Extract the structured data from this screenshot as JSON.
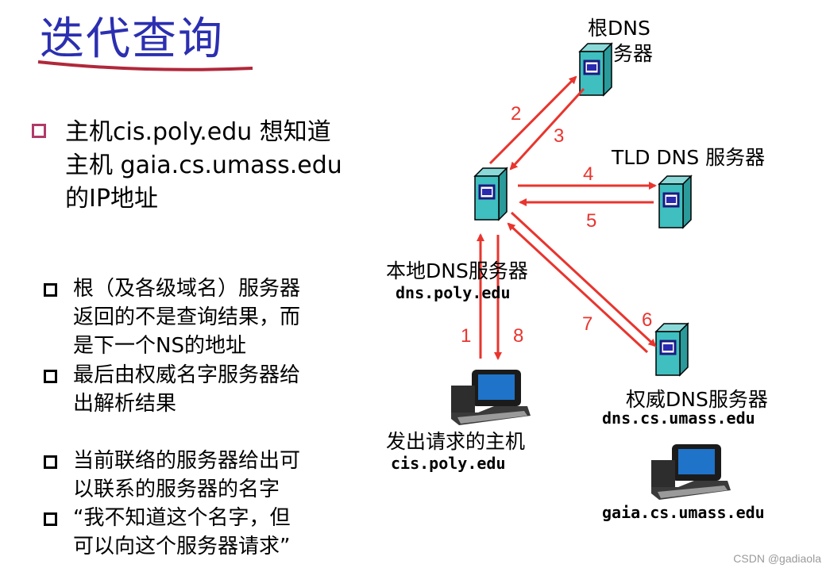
{
  "title": "迭代查询",
  "main_bullet": [
    "主机cis.poly.edu 想知道",
    "主机 gaia.cs.umass.edu",
    "的IP地址"
  ],
  "sub_bullets": [
    [
      "根（及各级域名）服务器",
      "返回的不是查询结果，而",
      "是下一个NS的地址"
    ],
    [
      "最后由权威名字服务器给",
      "出解析结果"
    ],
    [
      "当前联络的服务器给出可",
      "以联系的服务器的名字"
    ],
    [
      "“我不知道这个名字，但",
      "可以向这个服务器请求”"
    ]
  ],
  "nodes": {
    "root": {
      "label_line1": "根DNS",
      "label_line2": "务器"
    },
    "tld": {
      "label": "TLD DNS 服务器"
    },
    "local": {
      "label": "本地DNS服务器",
      "host": "dns.poly.edu"
    },
    "auth": {
      "label": "权威DNS服务器",
      "host": "dns.cs.umass.edu"
    },
    "requester": {
      "label": "发出请求的主机",
      "host": "cis.poly.edu"
    },
    "target": {
      "host": "gaia.cs.umass.edu"
    }
  },
  "steps": [
    "1",
    "2",
    "3",
    "4",
    "5",
    "6",
    "7",
    "8"
  ],
  "watermark": "CSDN @gadiaola",
  "colors": {
    "title": "#2b2fb0",
    "arrow": "#e8352e",
    "server": "#3fbfbf",
    "underline": "#b0283a"
  }
}
